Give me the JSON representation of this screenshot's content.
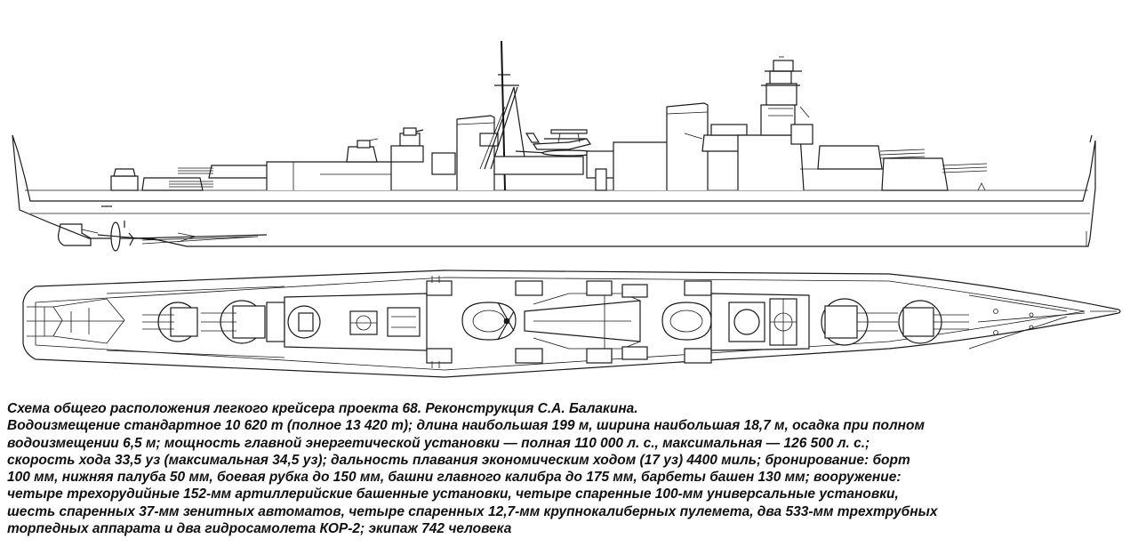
{
  "caption": {
    "lines": [
      "Схема общего расположения легкого крейсера проекта 68. Реконструкция С.А. Балакина.",
      "Водоизмещение стандартное 10 620 т (полное 13 420 т); длина наибольшая 199 м, ширина наибольшая 18,7 м, осадка при полном",
      "водоизмещении 6,5 м; мощность главной энергетической установки — полная 110 000 л. с., максимальная — 126 500 л. с.;",
      "скорость хода 33,5 уз (максимальная 34,5 уз); дальность плавания экономическим ходом (17 уз) 4400 миль; бронирование: борт",
      "100 мм, нижняя палуба 50 мм, боевая рубка до 150 мм, башни главного калибра до 175 мм, барбеты башен 130 мм; вооружение:",
      "четыре трехорудийные 152-мм артиллерийские башенные установки, четыре спаренные 100-мм универсальные установки,",
      "шесть спаренных 37-мм зенитных автоматов, четыре спаренных 12,7-мм крупнокалиберных пулемета, два 533-мм трехтрубных",
      "торпедных аппарата и два гидросамолета КОР-2; экипаж 742 человека"
    ]
  }
}
